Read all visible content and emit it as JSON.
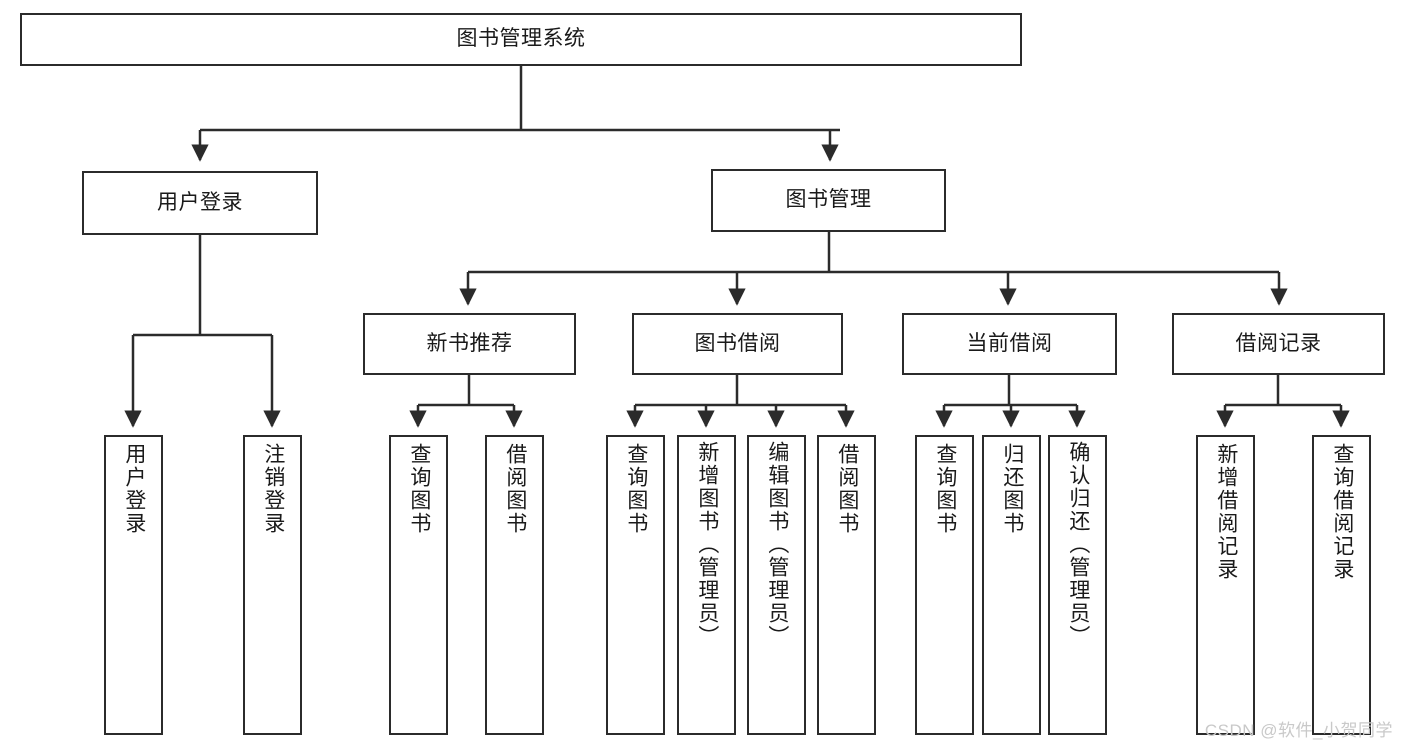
{
  "diagram": {
    "title": "图书管理系统",
    "type": "tree",
    "watermark": "CSDN @软件_小贺同学",
    "colors": {
      "node_border": "#2b2b2b",
      "node_fill": "#ffffff",
      "edge": "#2b2b2b",
      "text": "#1a1a1a",
      "watermark": "#c9c9c9",
      "background": "#ffffff"
    },
    "nodes": {
      "root": {
        "label": "图书管理系统",
        "orientation": "horizontal"
      },
      "level1": [
        {
          "id": "user-login",
          "label": "用户登录",
          "orientation": "horizontal"
        },
        {
          "id": "book-manage",
          "label": "图书管理",
          "orientation": "horizontal"
        }
      ],
      "level2": [
        {
          "id": "new-book-recommend",
          "label": "新书推荐",
          "orientation": "horizontal"
        },
        {
          "id": "book-borrow",
          "label": "图书借阅",
          "orientation": "horizontal"
        },
        {
          "id": "current-borrow",
          "label": "当前借阅",
          "orientation": "horizontal"
        },
        {
          "id": "borrow-record",
          "label": "借阅记录",
          "orientation": "horizontal"
        }
      ],
      "leaves": {
        "user-login": [
          {
            "id": "leaf-user-login",
            "label": "用户登录",
            "orientation": "vertical"
          },
          {
            "id": "leaf-logout",
            "label": "注销登录",
            "orientation": "vertical"
          }
        ],
        "new-book-recommend": [
          {
            "id": "leaf-query-book-1",
            "label": "查询图书",
            "orientation": "vertical"
          },
          {
            "id": "leaf-borrow-book-1",
            "label": "借阅图书",
            "orientation": "vertical"
          }
        ],
        "book-borrow": [
          {
            "id": "leaf-query-book-2",
            "label": "查询图书",
            "orientation": "vertical"
          },
          {
            "id": "leaf-add-book",
            "label": "新增图书（管理员）",
            "orientation": "vertical"
          },
          {
            "id": "leaf-edit-book",
            "label": "编辑图书（管理员）",
            "orientation": "vertical"
          },
          {
            "id": "leaf-borrow-book-2",
            "label": "借阅图书",
            "orientation": "vertical"
          }
        ],
        "current-borrow": [
          {
            "id": "leaf-query-book-3",
            "label": "查询图书",
            "orientation": "vertical"
          },
          {
            "id": "leaf-return-book",
            "label": "归还图书",
            "orientation": "vertical"
          },
          {
            "id": "leaf-confirm-return",
            "label": "确认归还（管理员）",
            "orientation": "vertical"
          }
        ],
        "borrow-record": [
          {
            "id": "leaf-add-record",
            "label": "新增借阅记录",
            "orientation": "vertical"
          },
          {
            "id": "leaf-query-record",
            "label": "查询借阅记录",
            "orientation": "vertical"
          }
        ]
      }
    }
  }
}
